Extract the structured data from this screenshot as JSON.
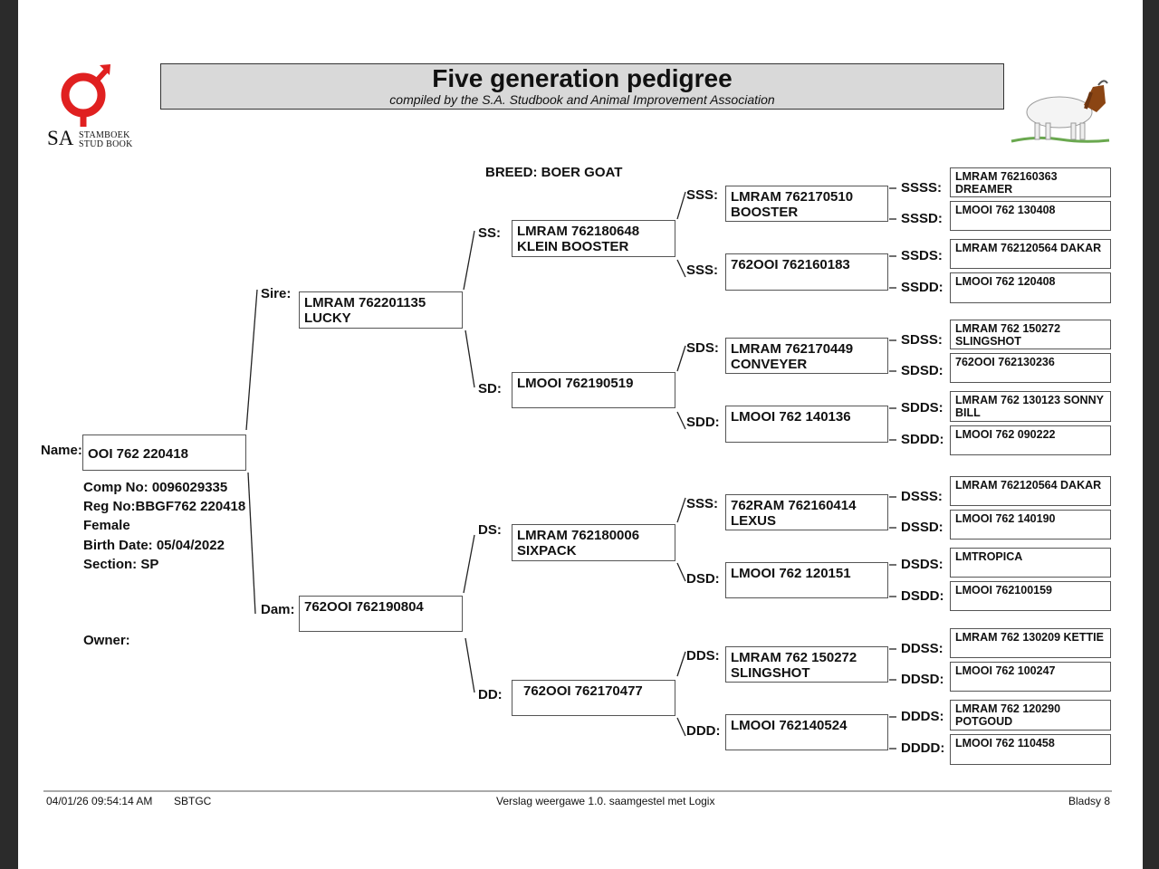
{
  "header": {
    "title": "Five generation pedigree",
    "subtitle": "compiled by the S.A. Studbook and Animal Improvement Association",
    "logo_text_sa": "SA",
    "logo_text_line1": "STAMBOEK",
    "logo_text_line2": "STUD BOOK",
    "logo_color": "#e02020"
  },
  "breed": "BREED: BOER GOAT",
  "animal": {
    "name_label": "Name:",
    "name": "OOI 762 220418",
    "comp_no": "Comp No: 0096029335",
    "reg_no": "Reg No:BBGF762 220418",
    "sex": "Female",
    "birth_date": "Birth Date: 05/04/2022",
    "section": "Section: SP",
    "owner_label": "Owner:"
  },
  "gen1": {
    "sire": {
      "label": "Sire:",
      "name": "LMRAM 762201135\nLUCKY"
    },
    "dam": {
      "label": "Dam:",
      "name": "762OOI 762190804"
    }
  },
  "gen2": [
    {
      "label": "SS:",
      "name": "LMRAM 762180648\nKLEIN BOOSTER"
    },
    {
      "label": "SD:",
      "name": "LMOOI 762190519"
    },
    {
      "label": "DS:",
      "name": "LMRAM 762180006\nSIXPACK"
    },
    {
      "label": "DD:",
      "name": "762OOI 762170477"
    }
  ],
  "gen3": [
    {
      "label": "SSS:",
      "name": "LMRAM 762170510\nBOOSTER"
    },
    {
      "label": "SSS:",
      "name": "762OOI 762160183"
    },
    {
      "label": "SDS:",
      "name": "LMRAM 762170449\nCONVEYER"
    },
    {
      "label": "SDD:",
      "name": "LMOOI 762 140136"
    },
    {
      "label": "SSS:",
      "name": "762RAM 762160414\nLEXUS"
    },
    {
      "label": "DSD:",
      "name": "LMOOI 762 120151"
    },
    {
      "label": "DDS:",
      "name": "LMRAM 762 150272\nSLINGSHOT"
    },
    {
      "label": "DDD:",
      "name": "LMOOI 762140524"
    }
  ],
  "gen4": [
    {
      "label": "SSSS:",
      "name": "LMRAM 762160363 DREAMER"
    },
    {
      "label": "SSSD:",
      "name": "LMOOI 762 130408"
    },
    {
      "label": "SSDS:",
      "name": "LMRAM 762120564  DAKAR"
    },
    {
      "label": "SSDD:",
      "name": "LMOOI 762 120408"
    },
    {
      "label": "SDSS:",
      "name": "LMRAM 762 150272\nSLINGSHOT"
    },
    {
      "label": "SDSD:",
      "name": "762OOI 762130236"
    },
    {
      "label": "SDDS:",
      "name": "LMRAM 762 130123 SONNY\nBILL"
    },
    {
      "label": "SDDD:",
      "name": "LMOOI 762 090222"
    },
    {
      "label": "DSSS:",
      "name": "LMRAM 762120564  DAKAR"
    },
    {
      "label": "DSSD:",
      "name": "LMOOI 762 140190"
    },
    {
      "label": "DSDS:",
      "name": "LMTROPICA"
    },
    {
      "label": "DSDD:",
      "name": "LMOOI 762100159"
    },
    {
      "label": "DDSS:",
      "name": "LMRAM 762 130209 KETTIE"
    },
    {
      "label": "DDSD:",
      "name": "LMOOI 762 100247"
    },
    {
      "label": "DDDS:",
      "name": "LMRAM 762 120290\nPOTGOUD"
    },
    {
      "label": "DDDD:",
      "name": "LMOOI 762 110458"
    }
  ],
  "footer": {
    "timestamp": "04/01/26 09:54:14 AM",
    "code": "SBTGC",
    "report": "Verslag weergawe 1.0. saamgestel met Logix",
    "page": "Bladsy 8"
  }
}
